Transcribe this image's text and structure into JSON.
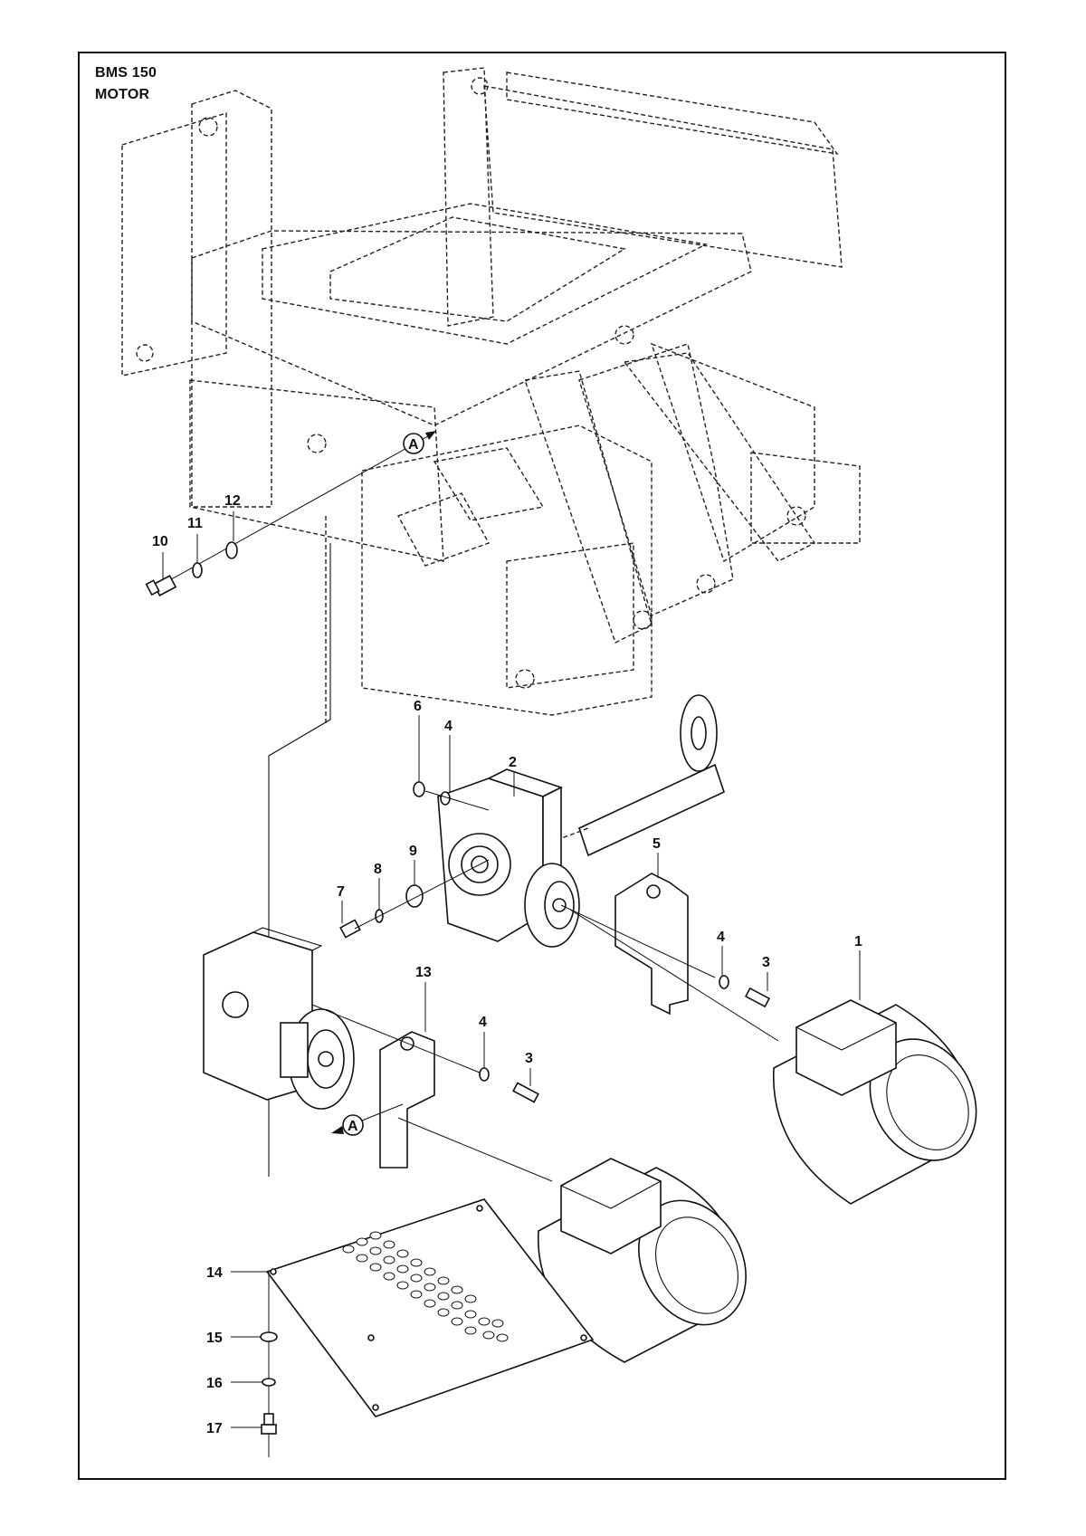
{
  "title": {
    "model": "BMS 150",
    "section": "MOTOR"
  },
  "markers": [
    {
      "id": "A",
      "label": "A"
    },
    {
      "id": "A",
      "label": "A"
    }
  ],
  "callouts": [
    {
      "num": "1"
    },
    {
      "num": "2"
    },
    {
      "num": "3"
    },
    {
      "num": "3"
    },
    {
      "num": "4"
    },
    {
      "num": "4"
    },
    {
      "num": "4"
    },
    {
      "num": "5"
    },
    {
      "num": "6"
    },
    {
      "num": "7"
    },
    {
      "num": "8"
    },
    {
      "num": "9"
    },
    {
      "num": "10"
    },
    {
      "num": "11"
    },
    {
      "num": "12"
    },
    {
      "num": "13"
    },
    {
      "num": "14"
    },
    {
      "num": "15"
    },
    {
      "num": "16"
    },
    {
      "num": "17"
    }
  ]
}
